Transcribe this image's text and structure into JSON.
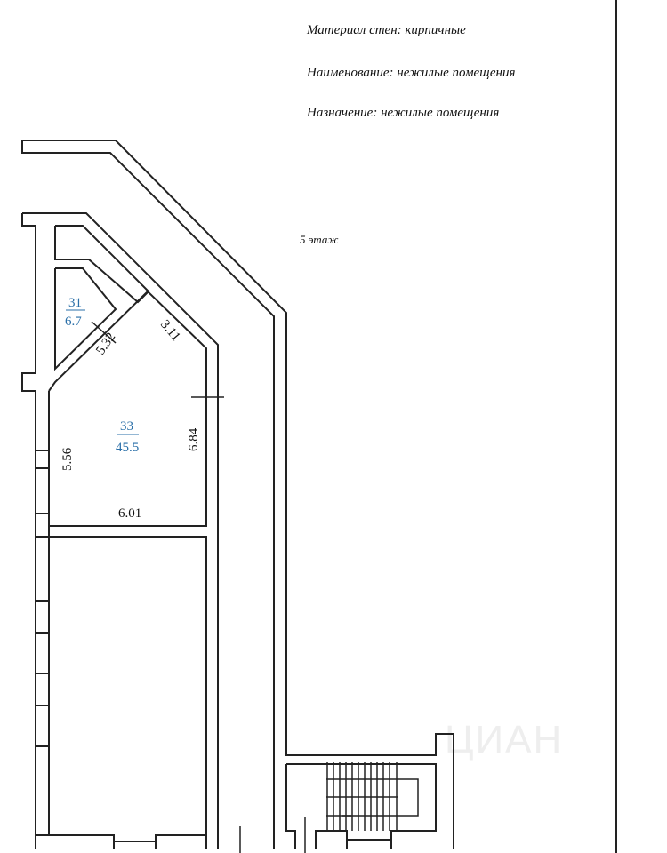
{
  "info": {
    "wall_material": "Материал стен:  кирпичные",
    "name": "Наименование:  нежилые помещения",
    "purpose": "Назначение:  нежилые помещения"
  },
  "floor_label": "5 этаж",
  "rooms": [
    {
      "number": "31",
      "area": "6.7"
    },
    {
      "number": "33",
      "area": "45.5"
    }
  ],
  "dimensions": [
    "5.32",
    "3.11",
    "6.84",
    "5.56",
    "6.01"
  ],
  "watermark": "ЦИАН"
}
